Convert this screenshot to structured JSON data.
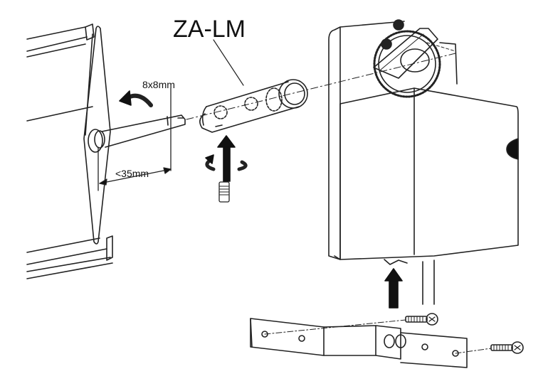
{
  "diagram": {
    "title": "Damper actuator mounting",
    "part_label": "ZA-LM",
    "shaft_size_label": "8x8mm",
    "shaft_length_label": "<35mm",
    "components": [
      {
        "name": "damper blade with square shaft"
      },
      {
        "name": "ZA-LM shaft adapter"
      },
      {
        "name": "set screw"
      },
      {
        "name": "actuator housing"
      },
      {
        "name": "anti-rotation bracket"
      },
      {
        "name": "mounting screws"
      }
    ],
    "colors": {
      "line": "#222222",
      "background": "#ffffff"
    }
  }
}
